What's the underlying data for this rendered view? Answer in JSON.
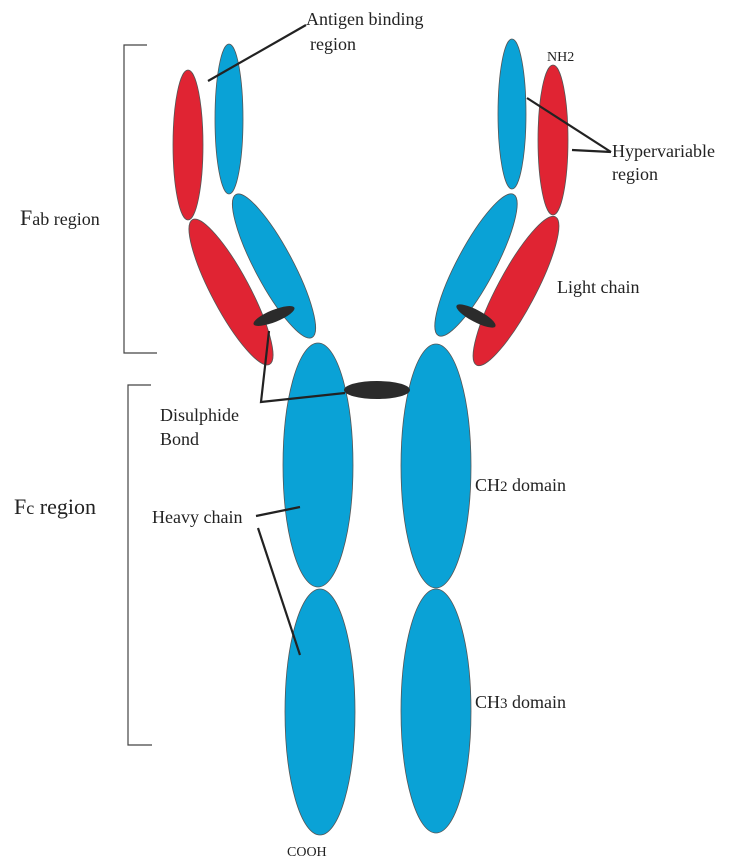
{
  "colors": {
    "heavy": "#0aa2d6",
    "light": "#e02433",
    "bond": "#2b2b2b",
    "line": "#222222",
    "bracket": "#444444",
    "text": "#222222"
  },
  "labels": {
    "antigen_line1": "Antigen binding",
    "antigen_line2": "region",
    "nh2": "NH2",
    "hyper_line1": "Hypervariable",
    "hyper_line2": "region",
    "fab_main": "F",
    "fab_rest": "ab region",
    "light_chain": "Light chain",
    "disulphide_line1": "Disulphide",
    "disulphide_line2": "Bond",
    "fc_main": "F",
    "fc_sub": "c",
    "fc_rest": " region",
    "heavy_chain": "Heavy chain",
    "ch2_a": "CH",
    "ch2_sub": "2",
    "ch2_b": " domain",
    "ch3_a": "CH",
    "ch3_sub": "3",
    "ch3_b": " domain",
    "cooh": "COOH"
  }
}
